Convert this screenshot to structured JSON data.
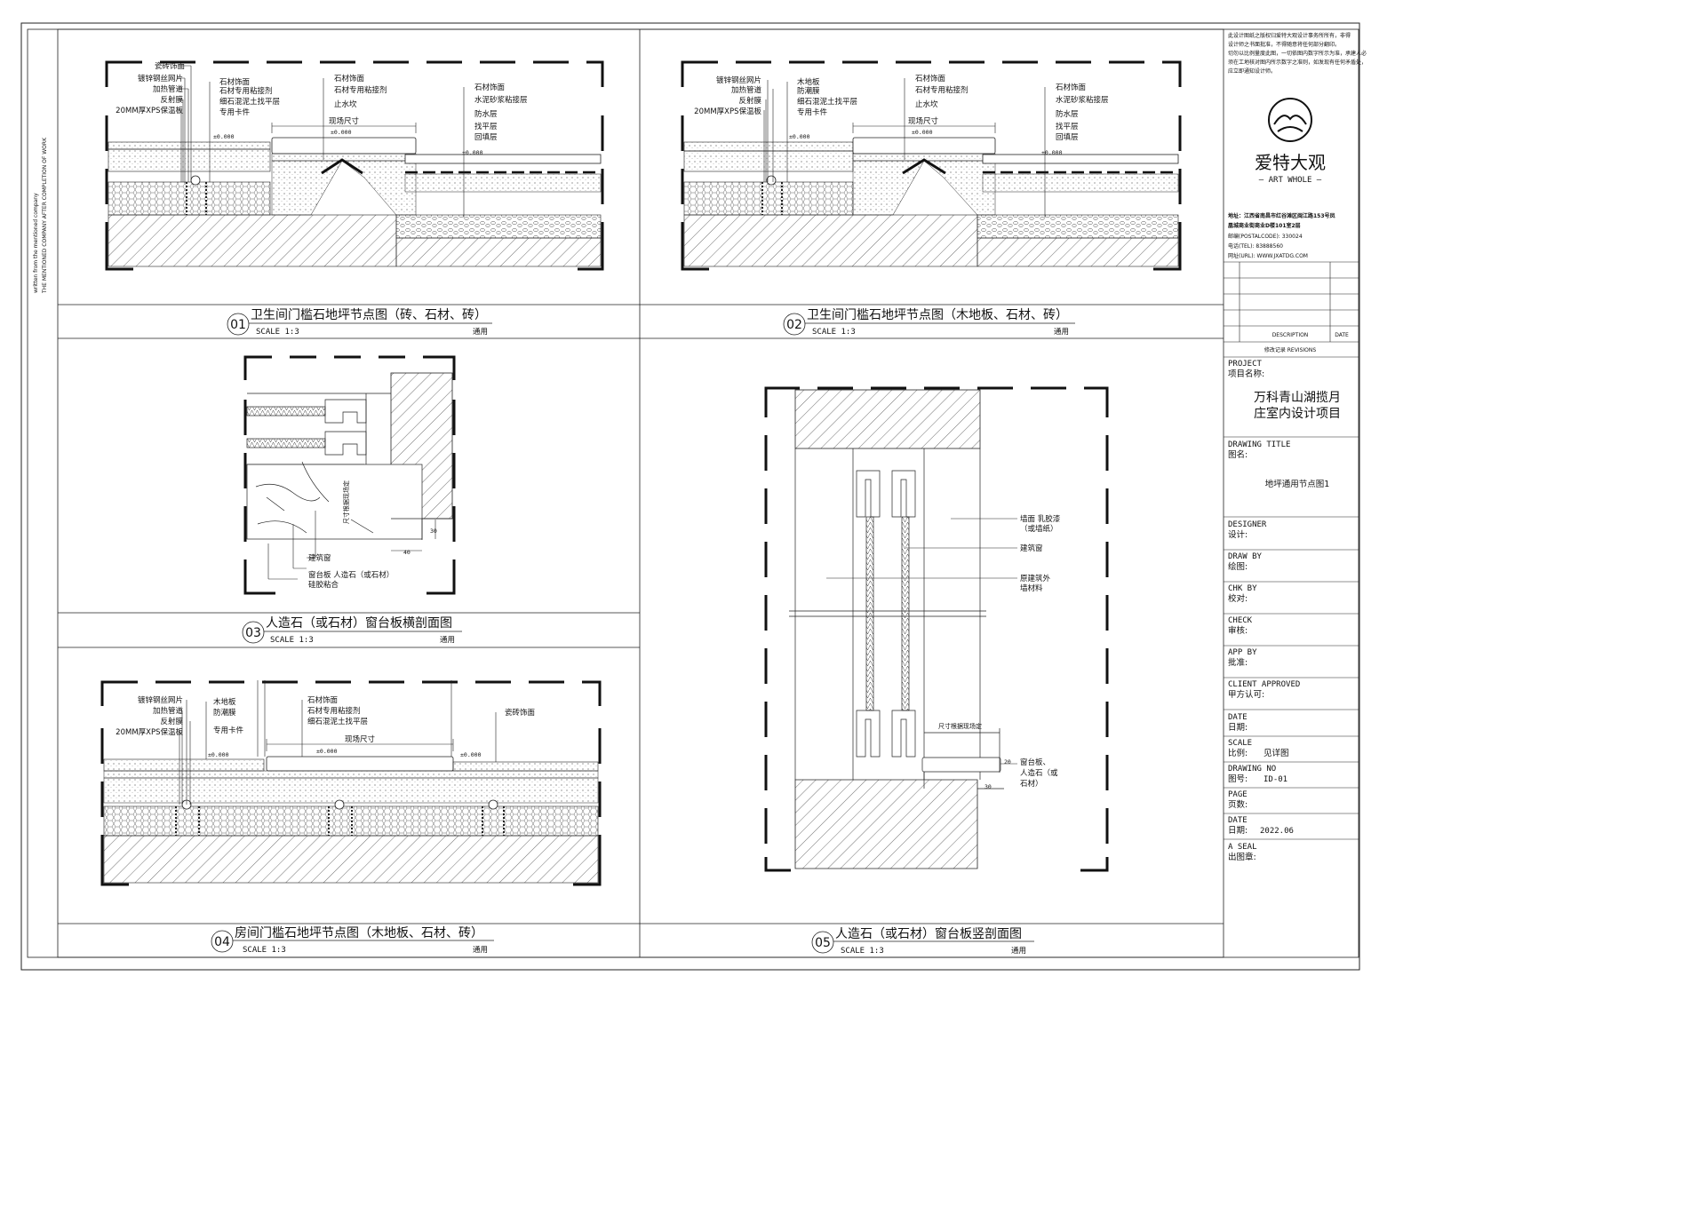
{
  "margin_note": [
    "written from the mentioned company",
    "THE MENTIONED COMPANY AFTER COMPLETION OF WORK"
  ],
  "details": [
    {
      "num": "01",
      "title": "卫生间门槛石地坪节点图（砖、石材、砖）",
      "scale": "SCALE 1:3",
      "note": "通用",
      "labels_left": [
        "瓷砖饰面",
        "镀锌钢丝网片",
        "加热管道",
        "反射膜",
        "20MM厚XPS保温板"
      ],
      "labels_mid": [
        "石材饰面",
        "石材专用粘接剂",
        "细石混泥土找平层",
        "专用卡件"
      ],
      "labels_center": [
        "石材饰面",
        "石材专用粘接剂",
        "止水坎"
      ],
      "labels_right": [
        "石材饰面",
        "水泥砂浆粘接层",
        "防水层",
        "找平层",
        "回填层"
      ],
      "dim_label": "现场尺寸",
      "level_label": "±0.000"
    },
    {
      "num": "02",
      "title": "卫生间门槛石地坪节点图（木地板、石材、砖）",
      "scale": "SCALE 1:3",
      "note": "通用",
      "labels_left": [
        "镀锌钢丝网片",
        "加热管道",
        "反射膜",
        "20MM厚XPS保温板"
      ],
      "labels_mid": [
        "木地板",
        "防潮膜",
        "细石混泥土找平层",
        "专用卡件"
      ],
      "labels_center": [
        "石材饰面",
        "石材专用粘接剂",
        "止水坎"
      ],
      "labels_right": [
        "石材饰面",
        "水泥砂浆粘接层",
        "防水层",
        "找平层",
        "回填层"
      ],
      "dim_label": "现场尺寸",
      "level_label": "±0.000"
    },
    {
      "num": "03",
      "title": "人造石（或石材）窗台板横剖面图",
      "scale": "SCALE 1:3",
      "note": "通用",
      "labels": [
        "建筑窗",
        "窗台板 人造石（或石材）",
        "硅胶粘合"
      ],
      "vertical_label": "尺寸根据现场定",
      "dims": [
        "30",
        "40"
      ]
    },
    {
      "num": "04",
      "title": "房间门槛石地坪节点图（木地板、石材、砖）",
      "scale": "SCALE 1:3",
      "note": "通用",
      "labels_left": [
        "镀锌钢丝网片",
        "加热管道",
        "反射膜",
        "20MM厚XPS保温板"
      ],
      "labels_mid": [
        "木地板",
        "防潮膜",
        "专用卡件"
      ],
      "labels_center": [
        "石材饰面",
        "石材专用粘接剂",
        "细石混泥土找平层"
      ],
      "labels_right": [
        "瓷砖饰面"
      ],
      "dim_label": "现场尺寸",
      "level_label": "±0.000"
    },
    {
      "num": "05",
      "title": "人造石（或石材）窗台板竖剖面图",
      "scale": "SCALE 1:3",
      "note": "通用",
      "labels": [
        "墙面 乳胶漆",
        "（或墙纸）",
        "建筑窗",
        "原建筑外",
        "墙材料",
        "窗台板、",
        "人造石（或",
        "石材）"
      ],
      "dim_label": "尺寸根据现场定",
      "dims": [
        "30",
        "20"
      ]
    }
  ],
  "titleblock": {
    "copyright": [
      "此设计图纸之版权归爱特大观设计事务所所有，非得",
      "设计师之书面批准，不得随意将任何部分翻印。",
      "切勿以比例量度此图，一切依图内数字所示为准，承建人必",
      "须在工地核对图内所示数字之准则，如发现有任何矛盾处，",
      "应立即通知设计师。"
    ],
    "brand_cn": "爱特大观",
    "brand_en": "— ART WHOLE —",
    "address": [
      "地址：江西省南昌市红谷滩区闽江路153号凤",
      "凰城商业街商业D楼101室2层"
    ],
    "postal": "邮编(POSTALCODE): 330024",
    "tel": "电话(TEL): 83888560",
    "url": "网址(URL): WWW.JXATDG.COM",
    "description": "DESCRIPTION",
    "date_col": "DATE",
    "revisions": "修改记录  REVISIONS",
    "project_en": "PROJECT",
    "project_cn": "项目名称:",
    "project_name": [
      "万科青山湖揽月",
      "庄室内设计项目"
    ],
    "drawing_title_en": "DRAWING TITLE",
    "drawing_title_cn": "图名:",
    "drawing_title": "地坪通用节点图1",
    "rows": [
      {
        "en": "DESIGNER",
        "cn": "设计:",
        "val": ""
      },
      {
        "en": "DRAW BY",
        "cn": "绘图:",
        "val": ""
      },
      {
        "en": "CHK BY",
        "cn": "校对:",
        "val": ""
      },
      {
        "en": "CHECK",
        "cn": "审核:",
        "val": ""
      },
      {
        "en": "APP BY",
        "cn": "批准:",
        "val": ""
      },
      {
        "en": "CLIENT APPROVED",
        "cn": "甲方认可:",
        "val": ""
      },
      {
        "en": "DATE",
        "cn": "日期:",
        "val": ""
      },
      {
        "en": "SCALE",
        "cn": "比例:",
        "val": "见详图"
      },
      {
        "en": "DRAWING NO",
        "cn": "图号:",
        "val": "ID-01"
      },
      {
        "en": "PAGE",
        "cn": "页数:",
        "val": ""
      },
      {
        "en": "DATE",
        "cn": "日期:",
        "val": "2022.06"
      },
      {
        "en": "A SEAL",
        "cn": "出图章:",
        "val": ""
      }
    ]
  }
}
